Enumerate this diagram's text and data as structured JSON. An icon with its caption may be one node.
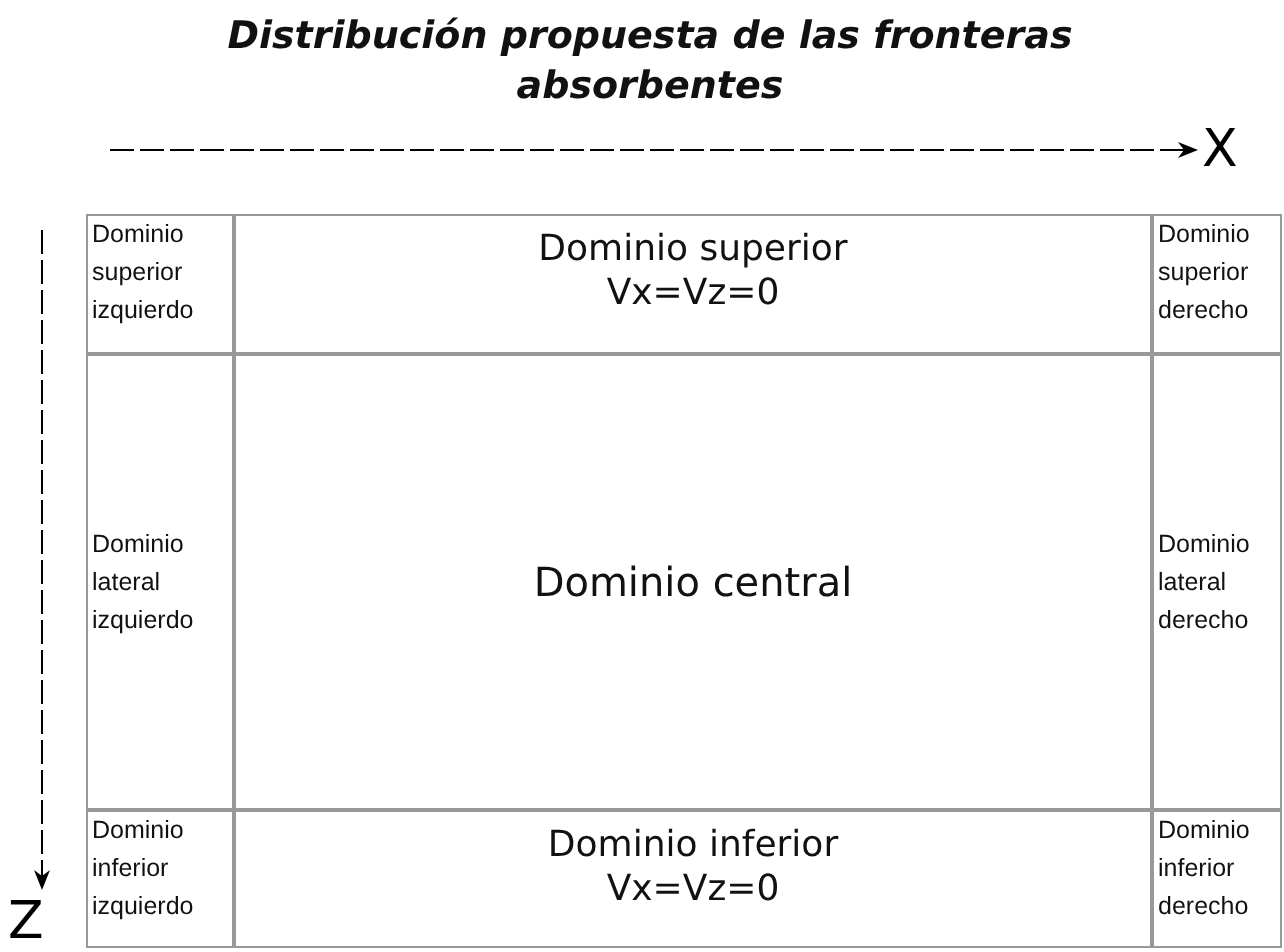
{
  "diagram": {
    "title": "Distribución propuesta de las fronteras absorbentes",
    "nodes": [
      {
        "text": [
          "Dominio superior izquierdo"
        ]
      },
      {
        "text": [
          "Dominio superior",
          "Vx=Vz=0"
        ]
      },
      {
        "text": [
          "Dominio superior derecho"
        ]
      },
      {
        "text": [
          "Dominio lateral izquierdo"
        ]
      },
      {
        "text": [
          "Dominio central"
        ]
      },
      {
        "text": [
          "Dominio lateral derecho"
        ]
      },
      {
        "text": [
          "Dominio inferior izquierdo"
        ]
      },
      {
        "text": [
          "Dominio inferior",
          "Vx=Vz=0"
        ]
      },
      {
        "text": [
          "Dominio inferior derecho"
        ]
      }
    ],
    "labels": [
      "X",
      "Z"
    ]
  }
}
